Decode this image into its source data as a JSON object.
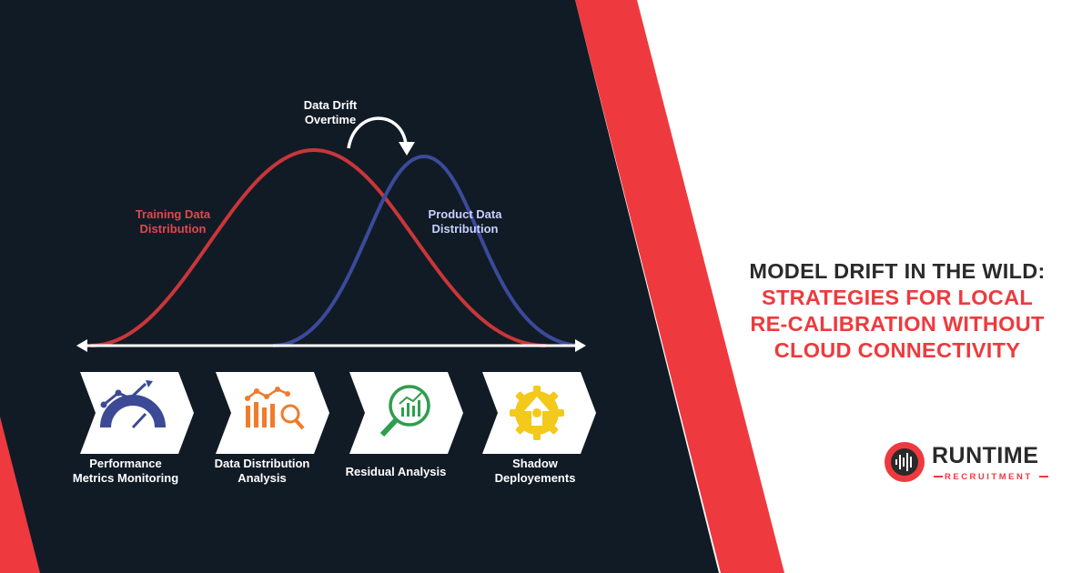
{
  "diagram": {
    "drift_label": [
      "Data Drift",
      "Overtime"
    ],
    "training_label": [
      "Training Data",
      "Distribution"
    ],
    "product_label": [
      "Product Data",
      "Distribution"
    ]
  },
  "steps": [
    {
      "label": [
        "Performance",
        "Metrics Monitoring"
      ],
      "icon": "speedometer-icon"
    },
    {
      "label": [
        "Data Distribution",
        "Analysis"
      ],
      "icon": "bar-chart-magnifier-icon"
    },
    {
      "label": [
        "Residual Analysis"
      ],
      "icon": "magnifier-chart-icon"
    },
    {
      "label": [
        "Shadow",
        "Deployements"
      ],
      "icon": "gear-arrow-icon"
    }
  ],
  "headline": {
    "line1": "MODEL DRIFT IN THE WILD:",
    "line2": "STRATEGIES FOR LOCAL",
    "line3": "RE-CALIBRATION WITHOUT",
    "line4": "CLOUD CONNECTIVITY"
  },
  "logo": {
    "title": "RUNTIME",
    "subtitle": "RECRUITMENT"
  },
  "colors": {
    "panel": "#111b26",
    "accent_red": "#ee3a3e",
    "curve_red": "#c9363a",
    "curve_blue": "#3b4a9a",
    "text_dark": "#2a2a2a"
  }
}
